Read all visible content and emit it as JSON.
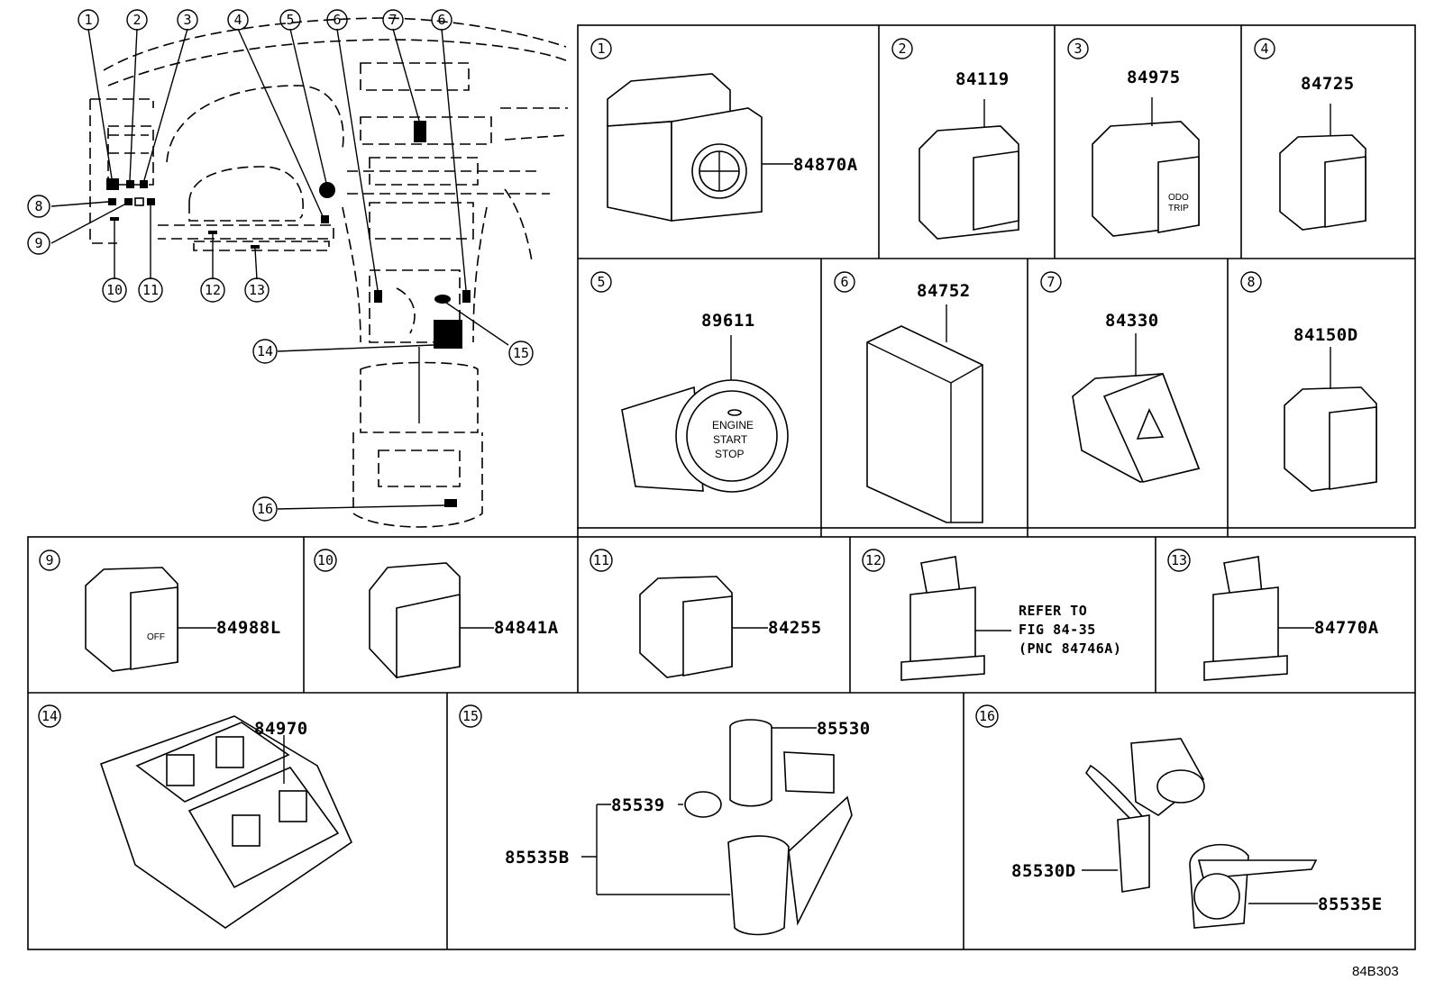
{
  "overview": {
    "callouts": [
      "1",
      "2",
      "3",
      "4",
      "5",
      "6",
      "7",
      "6",
      "8",
      "9",
      "10",
      "11",
      "12",
      "13",
      "14",
      "15",
      "16"
    ]
  },
  "panels": [
    {
      "no": "1",
      "parts": [
        "84870A"
      ]
    },
    {
      "no": "2",
      "parts": [
        "84119"
      ]
    },
    {
      "no": "3",
      "parts": [
        "84975"
      ]
    },
    {
      "no": "4",
      "parts": [
        "84725"
      ]
    },
    {
      "no": "5",
      "parts": [
        "89611"
      ]
    },
    {
      "no": "6",
      "parts": [
        "84752"
      ]
    },
    {
      "no": "7",
      "parts": [
        "84330"
      ]
    },
    {
      "no": "8",
      "parts": [
        "84150D"
      ]
    },
    {
      "no": "9",
      "parts": [
        "84988L"
      ]
    },
    {
      "no": "10",
      "parts": [
        "84841A"
      ]
    },
    {
      "no": "11",
      "parts": [
        "84255"
      ]
    },
    {
      "no": "12",
      "parts": [],
      "note": [
        "REFER TO",
        "FIG 84-35",
        "(PNC 84746A)"
      ]
    },
    {
      "no": "13",
      "parts": [
        "84770A"
      ]
    },
    {
      "no": "14",
      "parts": [
        "84970"
      ]
    },
    {
      "no": "15",
      "parts": [
        "85530",
        "85539",
        "85535B"
      ]
    },
    {
      "no": "16",
      "parts": [
        "85530D",
        "85535E"
      ]
    }
  ],
  "switch_labels": {
    "engine": [
      "ENGINE",
      "START",
      "STOP"
    ],
    "odo": [
      "ODO",
      "TRIP"
    ],
    "off": "OFF"
  },
  "figure_code": "84B303"
}
